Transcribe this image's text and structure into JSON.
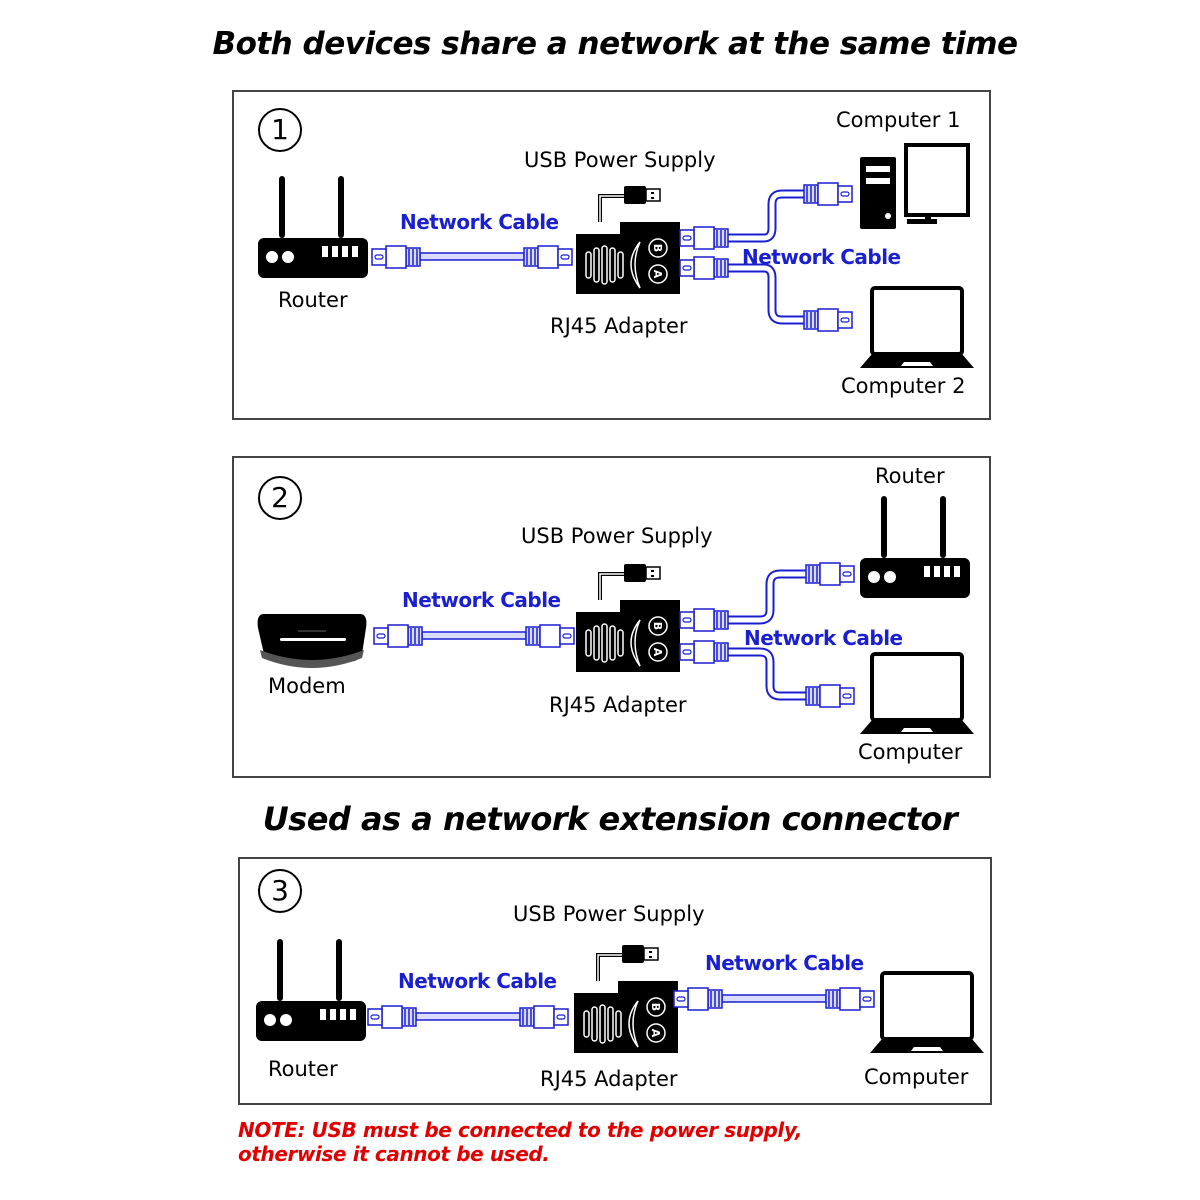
{
  "headings": {
    "top": "Both devices share a network at the same time",
    "middle": "Used as a network extension connector"
  },
  "colors": {
    "cable": "#1a1fd0",
    "note": "#e00000",
    "device": "#000000"
  },
  "panels": [
    {
      "number": "1",
      "usb_label": "USB Power Supply",
      "adapter_label": "RJ45 Adapter",
      "source_device": {
        "label": "Router",
        "icon": "router-icon"
      },
      "cable_in_label": "Network Cable",
      "cable_out_label": "Network Cable",
      "adapter_ports": [
        "B",
        "A"
      ],
      "targets": [
        {
          "label": "Computer 1",
          "icon": "desktop-computer-icon"
        },
        {
          "label": "Computer 2",
          "icon": "laptop-icon"
        }
      ]
    },
    {
      "number": "2",
      "usb_label": "USB Power Supply",
      "adapter_label": "RJ45 Adapter",
      "source_device": {
        "label": "Modem",
        "icon": "modem-icon"
      },
      "cable_in_label": "Network Cable",
      "cable_out_label": "Network Cable",
      "adapter_ports": [
        "B",
        "A"
      ],
      "targets": [
        {
          "label": "Router",
          "icon": "router-icon"
        },
        {
          "label": "Computer",
          "icon": "laptop-icon"
        }
      ]
    },
    {
      "number": "3",
      "usb_label": "USB Power Supply",
      "adapter_label": "RJ45 Adapter",
      "source_device": {
        "label": "Router",
        "icon": "router-icon"
      },
      "cable_in_label": "Network Cable",
      "cable_out_label": "Network Cable",
      "adapter_ports": [
        "B",
        "A"
      ],
      "targets": [
        {
          "label": "Computer",
          "icon": "laptop-icon"
        }
      ]
    }
  ],
  "note": {
    "line1": "NOTE:  USB must be connected to the power supply,",
    "line2": "otherwise it cannot be used."
  }
}
